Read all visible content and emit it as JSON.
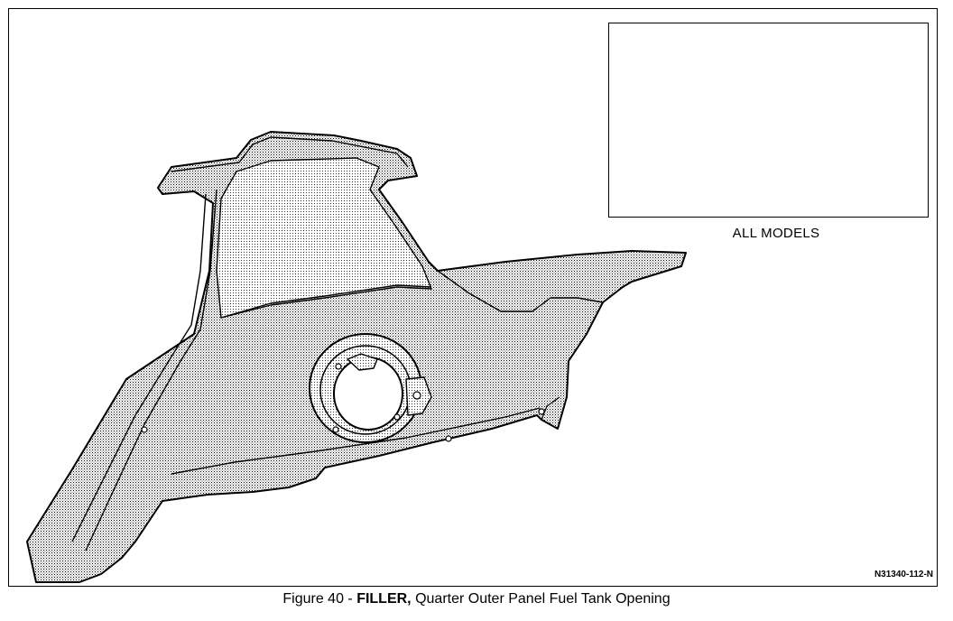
{
  "figure": {
    "caption_prefix": "Figure 40 - ",
    "caption_bold": "FILLER,",
    "caption_rest": " Quarter Outer Panel Fuel Tank Opening",
    "inset_label": "ALL MODELS",
    "drawing_id": "N31340-112-N"
  }
}
